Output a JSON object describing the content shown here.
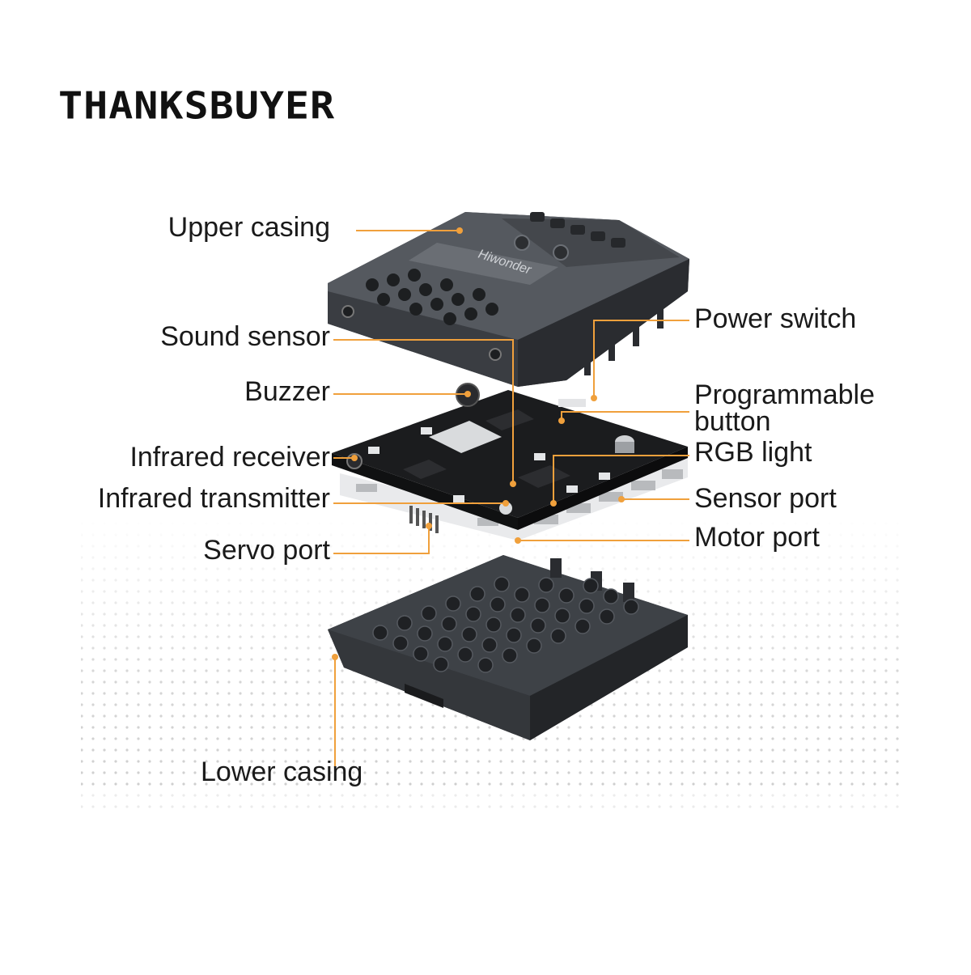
{
  "brand": {
    "name": "THANKSBUYER"
  },
  "product": {
    "board_logo": "Hiwonder"
  },
  "colors": {
    "leader_line": "#f0a03c",
    "casing_dark": "#3c3f44",
    "casing_mid": "#4e5258",
    "board": "#1b1c1e",
    "port_white": "#e9eaec",
    "dot_pattern": "#c9c9c9"
  },
  "labels": {
    "left": [
      {
        "id": "upper-casing",
        "text": "Upper casing"
      },
      {
        "id": "sound-sensor",
        "text": "Sound sensor"
      },
      {
        "id": "buzzer",
        "text": "Buzzer"
      },
      {
        "id": "infrared-receiver",
        "text": "Infrared receiver"
      },
      {
        "id": "infrared-transmitter",
        "text": "Infrared transmitter"
      },
      {
        "id": "servo-port",
        "text": "Servo port"
      },
      {
        "id": "lower-casing",
        "text": "Lower casing"
      }
    ],
    "right": [
      {
        "id": "power-switch",
        "text": "Power switch"
      },
      {
        "id": "programmable-button",
        "text": "Programmable\nbutton"
      },
      {
        "id": "rgb-light",
        "text": "RGB light"
      },
      {
        "id": "sensor-port",
        "text": "Sensor port"
      },
      {
        "id": "motor-port",
        "text": "Motor port"
      }
    ]
  }
}
